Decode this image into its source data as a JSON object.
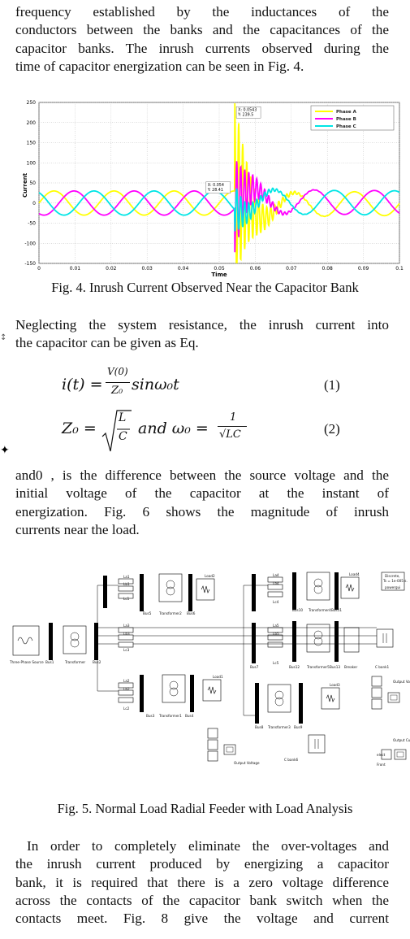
{
  "para1": {
    "lines": [
      "frequency established by the inductances of the",
      "conductors between the banks and the capacitances of the",
      "capacitor banks. The inrush currents observed during the",
      "time of capacitor energization can be seen in Fig. 4."
    ]
  },
  "chart_data": {
    "type": "line",
    "x": [
      0,
      0.002,
      0.004,
      0.006,
      0.008,
      0.01
    ],
    "series": [
      {
        "name": "Phase A",
        "color": "#ffff00"
      },
      {
        "name": "Phase B",
        "color": "#ff00ff"
      },
      {
        "name": "Phase C",
        "color": "#00e5e5"
      }
    ],
    "amplitude": 30,
    "frequency_hz": 60,
    "energization_time": 0.0543,
    "peak": {
      "x": 0.0543,
      "y": 239.5
    },
    "xlabel": "Time",
    "ylabel": "Current",
    "xlim": [
      0,
      0.1
    ],
    "ylim": [
      -150,
      250
    ],
    "xticks": [
      "0",
      "0.01",
      "0.02",
      "0.03",
      "0.04",
      "0.05",
      "0.06",
      "0.07",
      "0.08",
      "0.09",
      "0.1"
    ],
    "yticks": [
      "250",
      "200",
      "150",
      "100",
      "50",
      "0",
      "-50",
      "-100",
      "-150"
    ],
    "datatips": [
      {
        "x_label": "X: 0.0543",
        "y_label": "Y: 239.5",
        "x": 0.0543,
        "y": 239.5
      },
      {
        "x_label": "X: 0.054",
        "y_label": "Y: 28.41",
        "x": 0.054,
        "y": 28.41
      }
    ],
    "grid": true,
    "legend": "top-right"
  },
  "fig4_caption": "Fig. 4. Inrush Current Observed Near the Capacitor Bank",
  "para2": {
    "lines": [
      "Neglecting the system resistance, the inrush current into",
      "the capacitor can be given as Eq."
    ]
  },
  "equations": {
    "eq1_lhs": "i(t) =",
    "eq1_num": "V(0)",
    "eq1_den": "Z₀",
    "eq1_rest": "sinω₀t",
    "eq1_number": "(1)",
    "eq2_lhs": "Z₀ =",
    "eq2_num": "L",
    "eq2_den": "C",
    "eq2_mid": "and ω₀ =",
    "eq2_fnum": "1",
    "eq2_fden": "√LC",
    "eq2_number": "(2)"
  },
  "para3": {
    "lines": [
      "and0 , is the difference between the source voltage and the",
      "initial voltage of the capacitor at the instant of",
      "energization. Fig. 6 shows the magnitude of inrush",
      "currents near the load."
    ]
  },
  "diagram": {
    "labels": {
      "three_phase_source": "Three-Phase Source",
      "bus1": "Bus1",
      "transformer": "Transformer",
      "bus2": "Bus2",
      "lc1": "Lc1",
      "lb1": "Lb1",
      "la1": "La1",
      "lc2": "Lc2",
      "lb2": "Lb2",
      "la2": "La2",
      "lc3": "Lc3",
      "lb3": "Lb3",
      "la3": "La3",
      "lc4": "Lc4",
      "lb4": "Lb4",
      "la4": "La4",
      "lc5": "Lc5",
      "lb5": "Lb5",
      "la5": "La5",
      "bus5": "Bus5",
      "transformer2": "Transformer2",
      "bus6": "Bus6",
      "bus3": "Bus3",
      "transformer1": "Transformer1",
      "bus4": "Bus4",
      "bus7": "Bus7",
      "bus12": "Bus12",
      "transformer5": "Transformer5",
      "bus13": "Bus13",
      "breaker": "Breaker",
      "bus10": "Bus10",
      "transformer4": "Transformer4",
      "bus11": "Bus11",
      "bus8": "Bus8",
      "transformer3": "Transformer3",
      "bus9": "Bus9",
      "load2": "Load2",
      "load1": "Load1",
      "load4": "Load4",
      "load3": "Load3",
      "cbank1": "C bank1",
      "cbank6": "C bank6",
      "discrete": "Discrete,",
      "ts": "Ts = 1e-005 s.",
      "powergui": "powergui",
      "output_voltage": "Output Voltage",
      "output_current": "Output Current",
      "elect": "elect",
      "front": "Front"
    }
  },
  "fig5_caption": "Fig. 5. Normal Load Radial Feeder with Load Analysis",
  "para4": {
    "lines": [
      "In order to completely eliminate the over-voltages and",
      "the inrush current produced by energizing a capacitor",
      "bank, it is required that there is a zero voltage difference",
      "across the contacts of the capacitor bank switch when the",
      "contacts meet. Fig. 8 give the voltage and current"
    ]
  }
}
